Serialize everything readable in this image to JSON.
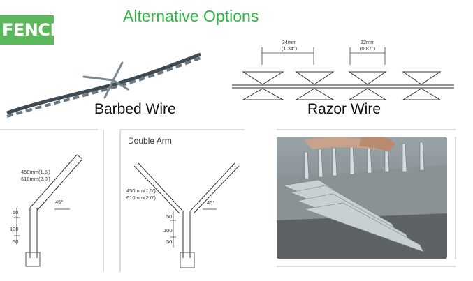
{
  "brand_badge": "FENCE",
  "title": "Alternative Options",
  "barbed_wire": {
    "label": "Barbed Wire"
  },
  "razor_wire": {
    "label": "Razor Wire",
    "dim_left_mm": "34mm",
    "dim_left_in": "(1.34\")",
    "dim_right_mm": "22mm",
    "dim_right_in": "(0.87\")"
  },
  "left_diagram": {
    "len_1": "450mm(1.5')",
    "len_2": "610mm(2.0')",
    "angle": "45°",
    "spacing_top": "50",
    "spacing_mid": "100",
    "spacing_bottom": "50"
  },
  "double_arm": {
    "caption": "Double Arm",
    "len_1": "450mm(1.5')",
    "len_2": "610mm(2.0')",
    "angle": "45°",
    "spacing_top": "50",
    "spacing_mid": "100",
    "spacing_bottom": "50"
  },
  "colors": {
    "green": "#2fb344",
    "badge": "#5cb85c"
  }
}
